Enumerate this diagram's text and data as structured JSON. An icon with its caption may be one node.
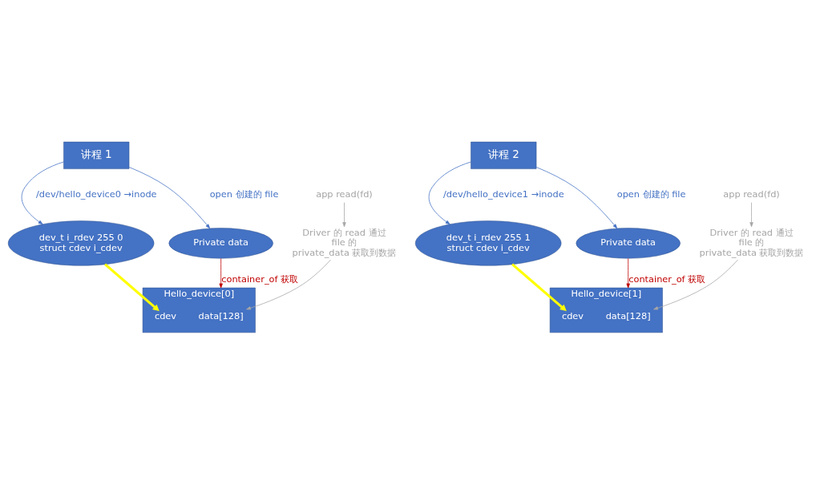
{
  "diagram": {
    "nodes": [
      {
        "text": [
          "讲程 1"
        ]
      },
      {
        "text": [
          "dev_t i_rdev 255 0",
          "struct cdev i_cdev"
        ],
        "beside": [
          "/dev/hello_device0 →inode"
        ]
      },
      {
        "text": [
          "app read(fd)"
        ]
      },
      {
        "text": [
          "Driver 的 read 通过 file 的 private_data 获取到数据"
        ]
      },
      {
        "text": [
          "Private data"
        ],
        "beside": [
          "open 创建的 file"
        ]
      },
      {
        "text": [
          "Hello_device[0]"
        ]
      },
      {
        "text": [
          "data[128]"
        ],
        "in": 5
      },
      {
        "text": [
          "cdev"
        ],
        "in": 5
      },
      {
        "text": [
          "讲程 2"
        ]
      },
      {
        "text": [
          "dev_t i_rdev 255 1",
          "struct cdev i_cdev"
        ],
        "beside": [
          "/dev/hello_device1 →inode"
        ]
      },
      {
        "text": [
          "app read(fd)"
        ]
      },
      {
        "text": [
          "Driver 的 read 通过 file 的 private_data 获取到数据"
        ]
      },
      {
        "text": [
          "Hello_device[1]"
        ]
      },
      {
        "text": [
          "data[128]"
        ],
        "in": 12
      },
      {
        "text": [
          "cdev"
        ],
        "in": 12
      },
      {
        "text": [
          "Private data"
        ],
        "beside": [
          "open 创建的 file"
        ]
      }
    ],
    "edges": [
      {
        "from": 0,
        "to": 1,
        "arrow": "to"
      },
      {
        "from": 0,
        "to": 4,
        "arrow": "to"
      },
      {
        "from": 1,
        "to": 7,
        "arrow": "to",
        "style": "thick",
        "color": "#ffff00"
      },
      {
        "from": 2,
        "to": 3,
        "arrow": "to",
        "color": "#a6a6a6"
      },
      {
        "from": 3,
        "to": 6,
        "arrow": "to",
        "color": "#a6a6a6"
      },
      {
        "from": 4,
        "to": 5,
        "arrow": "to",
        "label": "container_of 获取",
        "color": "#c00000"
      },
      {
        "from": 8,
        "to": 9,
        "arrow": "to"
      },
      {
        "from": 8,
        "to": 15,
        "arrow": "to"
      },
      {
        "from": 9,
        "to": 14,
        "arrow": "to",
        "style": "thick",
        "color": "#ffff00"
      },
      {
        "from": 10,
        "to": 11,
        "arrow": "to",
        "color": "#a6a6a6"
      },
      {
        "from": 11,
        "to": 13,
        "arrow": "to",
        "color": "#a6a6a6"
      },
      {
        "from": 15,
        "to": 12,
        "arrow": "to",
        "label": "container_of 获取",
        "color": "#c00000"
      }
    ]
  }
}
